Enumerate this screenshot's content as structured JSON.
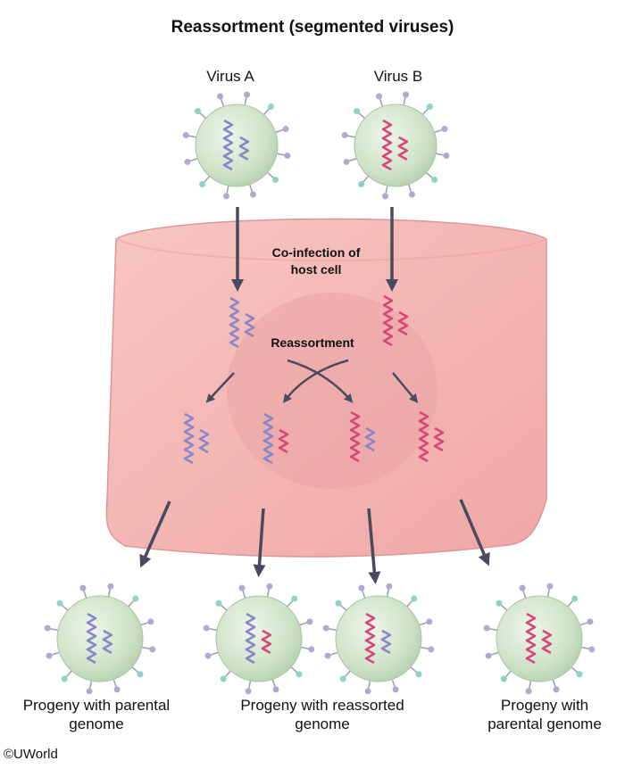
{
  "title": "Reassortment (segmented viruses)",
  "virus_a_label": "Virus A",
  "virus_b_label": "Virus B",
  "coinfection_line1": "Co-infection of",
  "coinfection_line2": "host cell",
  "reassortment_label": "Reassortment",
  "progeny": [
    {
      "line1": "Progeny with parental",
      "line2": "genome"
    },
    {
      "line1": "Progeny with reassorted",
      "line2": "genome"
    },
    {
      "line1": "Progeny with",
      "line2": "parental genome"
    }
  ],
  "copyright": "©UWorld",
  "colors": {
    "virus_a_rna": "#8a86c8",
    "virus_b_rna": "#d6487a",
    "virion_fill": "#cfe3c8",
    "cell_fill": "#f4b3b0",
    "arrow": "#4a4a5e",
    "spike_purple": "#b0a9d4",
    "spike_teal": "#8fd3c4"
  }
}
